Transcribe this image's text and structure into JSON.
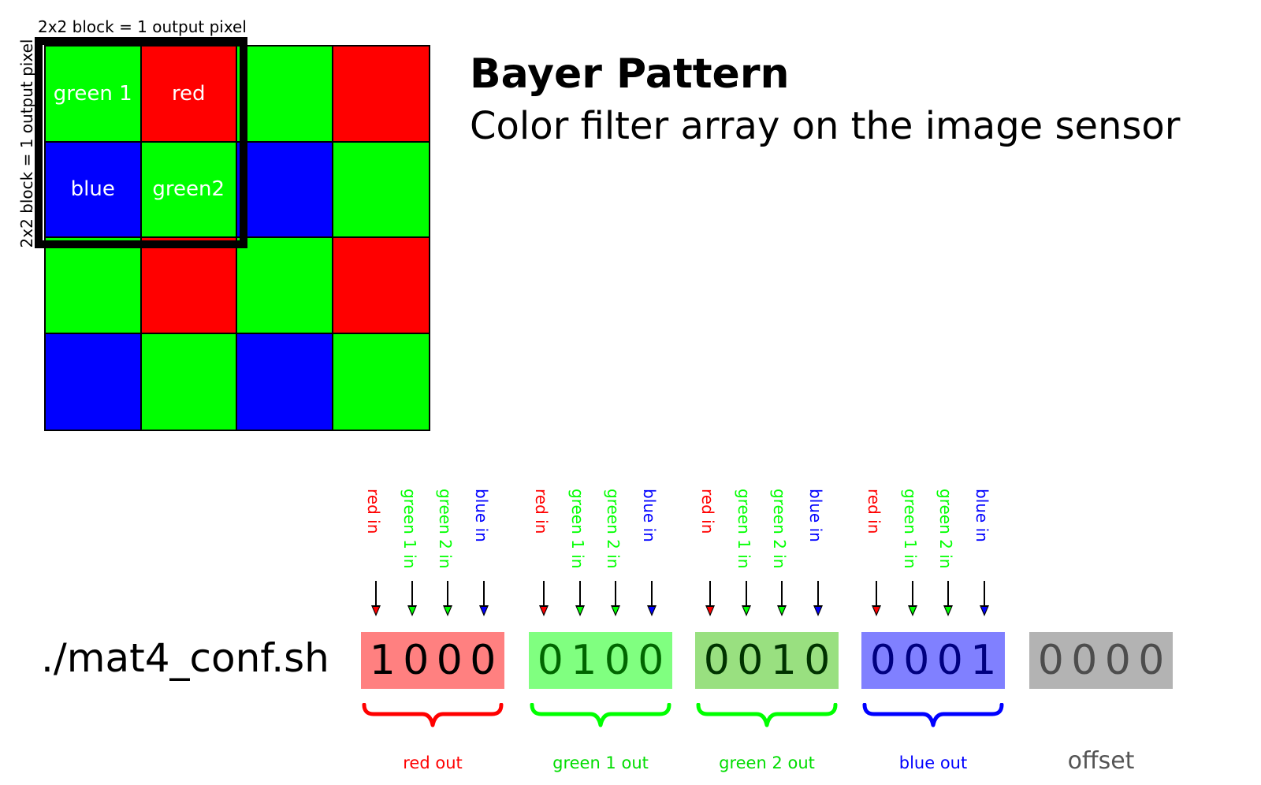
{
  "header": {
    "title": "Bayer Pattern",
    "subtitle": "Color filter array on the image sensor"
  },
  "bayer": {
    "block_label_horizontal": "2x2 block = 1 output pixel",
    "block_label_vertical": "2x2 block = 1 output pixel",
    "cells": [
      {
        "color": "green",
        "label": "green 1"
      },
      {
        "color": "red",
        "label": "red"
      },
      {
        "color": "green",
        "label": ""
      },
      {
        "color": "red",
        "label": ""
      },
      {
        "color": "blue",
        "label": "blue"
      },
      {
        "color": "green",
        "label": "green2"
      },
      {
        "color": "blue",
        "label": ""
      },
      {
        "color": "green",
        "label": ""
      },
      {
        "color": "green",
        "label": ""
      },
      {
        "color": "red",
        "label": ""
      },
      {
        "color": "green",
        "label": ""
      },
      {
        "color": "red",
        "label": ""
      },
      {
        "color": "blue",
        "label": ""
      },
      {
        "color": "green",
        "label": ""
      },
      {
        "color": "blue",
        "label": ""
      },
      {
        "color": "green",
        "label": ""
      }
    ],
    "colors": {
      "green": "#00ff00",
      "red": "#ff0000",
      "blue": "#0000ff"
    }
  },
  "command": "./mat4_conf.sh",
  "input_labels": [
    {
      "text": "red in",
      "color": "#ff0000"
    },
    {
      "text": "green 1 in",
      "color": "#00ff00"
    },
    {
      "text": "green 2 in",
      "color": "#00ff00"
    },
    {
      "text": "blue in",
      "color": "#0000ff"
    }
  ],
  "groups": [
    {
      "bits": [
        "1",
        "0",
        "0",
        "0"
      ],
      "out_label": "red out",
      "box_color": "#ff8080",
      "text_color": "#000000",
      "label_color": "#ff0000",
      "brace_color": "#ff0000",
      "has_inputs": true
    },
    {
      "bits": [
        "0",
        "1",
        "0",
        "0"
      ],
      "out_label": "green 1 out",
      "box_color": "#80ff80",
      "text_color": "#006600",
      "label_color": "#00dd00",
      "brace_color": "#00ff00",
      "has_inputs": true
    },
    {
      "bits": [
        "0",
        "0",
        "1",
        "0"
      ],
      "out_label": "green 2 out",
      "box_color": "#99e080",
      "text_color": "#003300",
      "label_color": "#00dd00",
      "brace_color": "#00ff00",
      "has_inputs": true
    },
    {
      "bits": [
        "0",
        "0",
        "0",
        "1"
      ],
      "out_label": "blue out",
      "box_color": "#8080ff",
      "text_color": "#000080",
      "label_color": "#0000ff",
      "brace_color": "#0000ff",
      "has_inputs": true
    },
    {
      "bits": [
        "0",
        "0",
        "0",
        "0"
      ],
      "out_label": "offset",
      "box_color": "#b3b3b3",
      "text_color": "#4d4d4d",
      "label_color": "#555555",
      "brace_color": "",
      "has_inputs": false
    }
  ]
}
